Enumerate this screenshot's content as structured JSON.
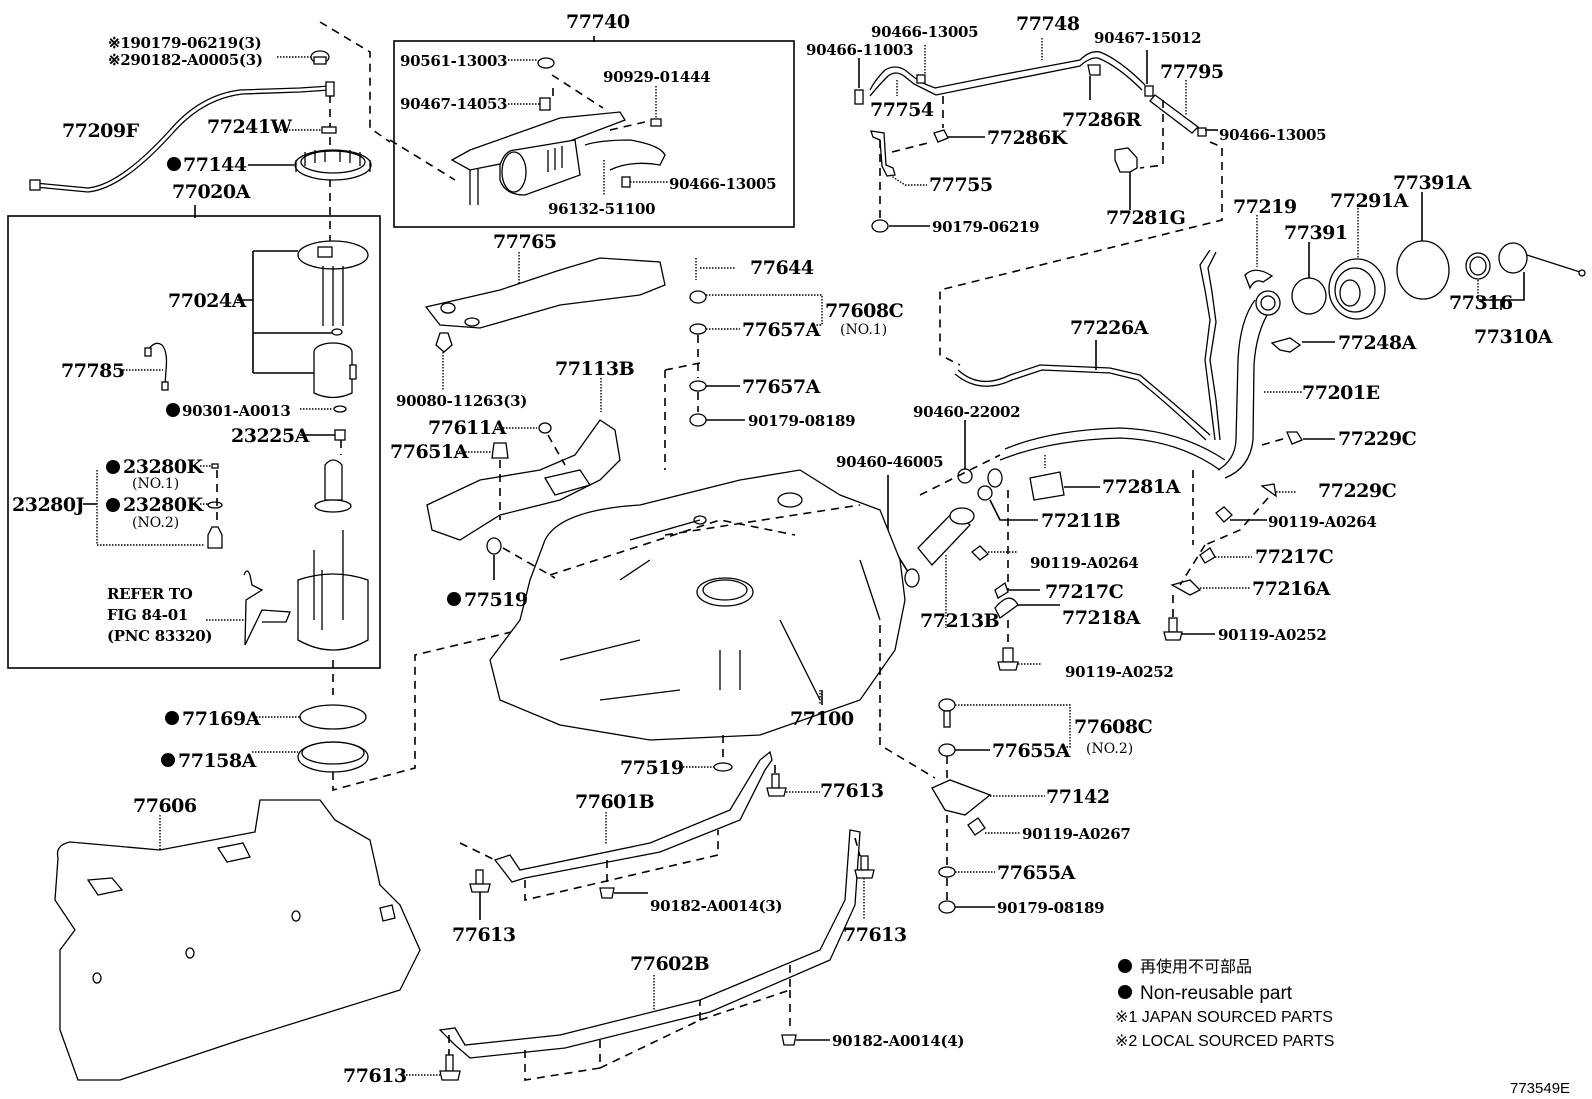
{
  "diagram": {
    "figure_id": "773549E",
    "parts": {
      "p90179_06219_3": "※190179-06219(3)",
      "p90182_A0005_3": "※290182-A0005(3)",
      "p77209F": "77209F",
      "p77241W": "77241W",
      "p77144": "77144",
      "p77020A": "77020A",
      "p77024A": "77024A",
      "p77785": "77785",
      "p90301_A0013": "90301-A0013",
      "p23225A": "23225A",
      "p23280K_1": "23280K",
      "p23280K_1_note": "(NO.1)",
      "p23280J": "23280J",
      "p23280K_2": "23280K",
      "p23280K_2_note": "(NO.2)",
      "refer_line1": "REFER TO",
      "refer_line2": "FIG 84-01",
      "refer_line3": "(PNC 83320)",
      "p77169A": "77169A",
      "p77158A": "77158A",
      "p77606": "77606",
      "p77740": "77740",
      "p90561_13003": "90561-13003",
      "p90467_14053": "90467-14053",
      "p90929_01444": "90929-01444",
      "p90466_13005_a": "90466-13005",
      "p96132_51100": "96132-51100",
      "p77765": "77765",
      "p90080_11263_3": "90080-11263(3)",
      "p77644": "77644",
      "p77608C_1": "77608C",
      "p77608C_1_note": "(NO.1)",
      "p77657A_a": "77657A",
      "p77657A_b": "77657A",
      "p90179_08189_a": "90179-08189",
      "p77113B": "77113B",
      "p77611A": "77611A",
      "p77651A": "77651A",
      "p77519_a": "77519",
      "p77100": "77100",
      "p77519_b": "77519",
      "p77601B": "77601B",
      "p77613_a": "77613",
      "p90182_A0014_3": "90182-A0014(3)",
      "p77613_b": "77613",
      "p77613_c": "77613",
      "p77602B": "77602B",
      "p77613_d": "77613",
      "p90182_A0014_4": "90182-A0014(4)",
      "p90466_11003": "90466-11003",
      "p90466_13005_b": "90466-13005",
      "p77748": "77748",
      "p90467_15012": "90467-15012",
      "p77795": "77795",
      "p77754": "77754",
      "p77286R": "77286R",
      "p77286K": "77286K",
      "p90466_13005_c": "90466-13005",
      "p77755": "77755",
      "p90179_06219": "90179-06219",
      "p77281G": "77281G",
      "p77219": "77219",
      "p77391": "77391",
      "p77291A": "77291A",
      "p77391A": "77391A",
      "p77316": "77316",
      "p77310A": "77310A",
      "p77226A": "77226A",
      "p77248A": "77248A",
      "p77201E": "77201E",
      "p77229C_a": "77229C",
      "p77229C_b": "77229C",
      "p90460_22002": "90460-22002",
      "p90460_46005": "90460-46005",
      "p77281A": "77281A",
      "p77211B": "77211B",
      "p90119_A0264_a": "90119-A0264",
      "p90119_A0264_b": "90119-A0264",
      "p77217C_a": "77217C",
      "p77217C_b": "77217C",
      "p77216A": "77216A",
      "p77213B": "77213B",
      "p77218A": "77218A",
      "p90119_A0252_a": "90119-A0252",
      "p90119_A0252_b": "90119-A0252",
      "p77608C_2": "77608C",
      "p77608C_2_note": "(NO.2)",
      "p77655A_a": "77655A",
      "p77142": "77142",
      "p90119_A0267": "90119-A0267",
      "p77655A_b": "77655A",
      "p90179_08189_b": "90179-08189"
    },
    "legend": {
      "non_reusable_jp": "再使用不可部品",
      "non_reusable_en": "Non-reusable part",
      "note1": "※1 JAPAN SOURCED PARTS",
      "note2": "※2 LOCAL SOURCED PARTS"
    }
  }
}
